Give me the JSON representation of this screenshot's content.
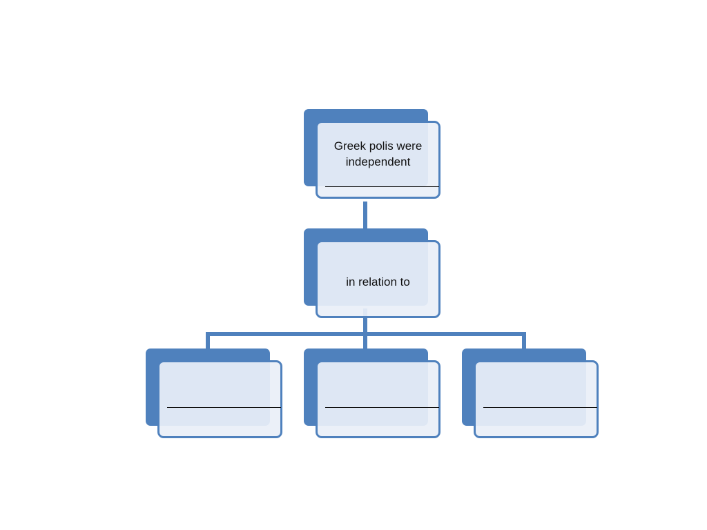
{
  "diagram": {
    "top_node": {
      "line1": "Greek polis were",
      "line2": "independent"
    },
    "middle_node": {
      "text": "in relation to"
    },
    "bottom_nodes": [
      {
        "text": ""
      },
      {
        "text": ""
      },
      {
        "text": ""
      }
    ],
    "colors": {
      "accent": "#4f81bd",
      "fill": "#e9eff8",
      "text": "#111111"
    }
  }
}
